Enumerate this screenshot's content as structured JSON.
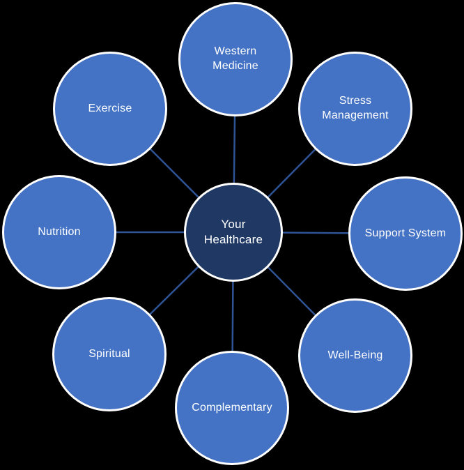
{
  "diagram": {
    "type": "radial-hub-and-spoke",
    "hub": {
      "label": "Your Healthcare"
    },
    "nodes": [
      {
        "label": "Western Medicine",
        "position": "top"
      },
      {
        "label": "Stress Management",
        "position": "top-right"
      },
      {
        "label": "Support System",
        "position": "right"
      },
      {
        "label": "Well-Being",
        "position": "bottom-right"
      },
      {
        "label": "Complementary",
        "position": "bottom"
      },
      {
        "label": "Spiritual",
        "position": "bottom-left"
      },
      {
        "label": "Nutrition",
        "position": "left"
      },
      {
        "label": "Exercise",
        "position": "top-left"
      }
    ],
    "colors": {
      "node_fill": "#4472C4",
      "hub_fill": "#1F3864",
      "connector": "#2F5496",
      "node_border": "#FFFFFF",
      "text": "#FFFFFF",
      "background": "#000000"
    }
  }
}
